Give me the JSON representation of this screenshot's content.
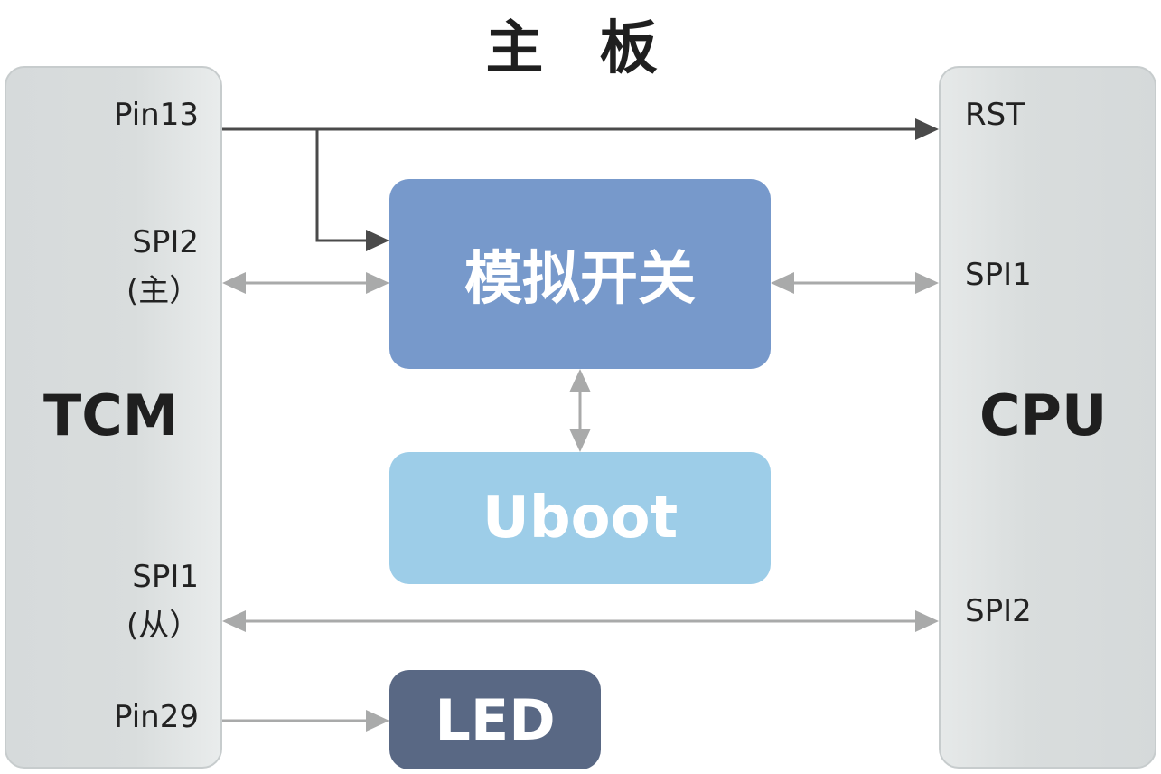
{
  "title": "主 板",
  "tcm": {
    "name": "TCM",
    "pins": {
      "pin13": "Pin13",
      "spi2": "SPI2",
      "spi2_role": "(主）",
      "spi1": "SPI1",
      "spi1_role": "(从）",
      "pin29": "Pin29"
    }
  },
  "cpu": {
    "name": "CPU",
    "pins": {
      "rst": "RST",
      "spi1": "SPI1",
      "spi2": "SPI2"
    }
  },
  "blocks": {
    "analog_switch": "模拟开关",
    "uboot": "Uboot",
    "led": "LED"
  },
  "colors": {
    "analog_switch": "#7799cb",
    "uboot": "#9dcde8",
    "led": "#596884",
    "chip_body": "#d9dddd",
    "dark_arrow": "#4a4a4a",
    "light_arrow": "#a9aaaa"
  }
}
